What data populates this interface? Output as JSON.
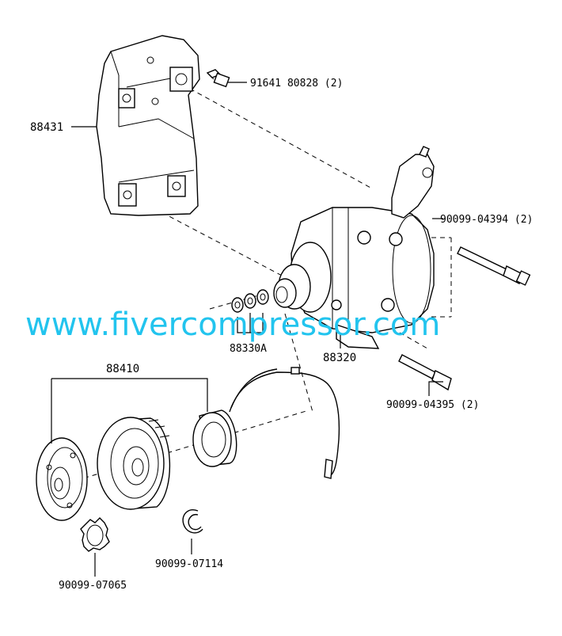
{
  "labels": {
    "bracket": "88431",
    "bracket_bolt": "91641  80828 (2)",
    "compressor": "88320",
    "compressor_bolt_upper": "90099-04394 (2)",
    "compressor_bolt_lower": "90099-04395 (2)",
    "shim_set": "88330A",
    "clutch_assembly": "88410",
    "hub_washer": "90099-07065",
    "snap_ring": "90099-07114"
  },
  "watermark": {
    "text": "www.fivercompressor.com",
    "color": "#22c4ee"
  },
  "line_color": "#000000",
  "background": "#ffffff"
}
